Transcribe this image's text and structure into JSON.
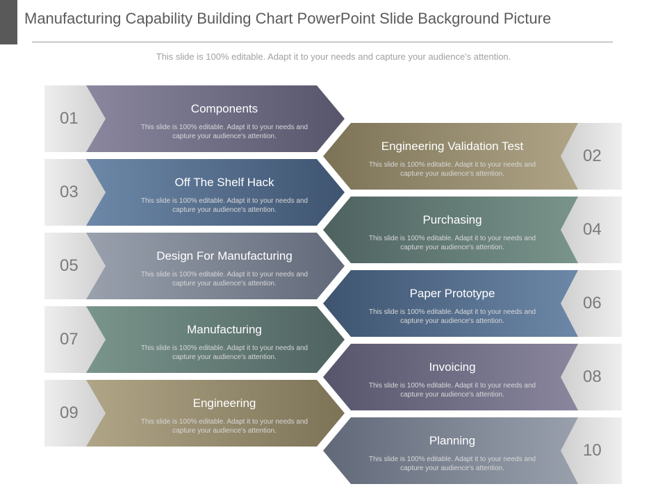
{
  "slide": {
    "title": "Manufacturing Capability Building Chart PowerPoint Slide Background Picture",
    "subtitle": "This slide is 100% editable. Adapt it to your needs and capture your audience's attention."
  },
  "steps": [
    {
      "number": "01",
      "heading": "Components",
      "desc_line1": "This slide is 100% editable. Adapt it to your needs and",
      "desc_line2": "capture your audience's attention."
    },
    {
      "number": "02",
      "heading": "Engineering Validation Test",
      "desc_line1": "This slide is 100% editable. Adapt it to your needs and",
      "desc_line2": "capture your audience's attention."
    },
    {
      "number": "03",
      "heading": "Off The Shelf Hack",
      "desc_line1": "This slide is 100% editable. Adapt it to your needs and",
      "desc_line2": "capture your audience's attention."
    },
    {
      "number": "04",
      "heading": "Purchasing",
      "desc_line1": "This slide is 100% editable. Adapt it to your needs and",
      "desc_line2": "capture your audience's attention."
    },
    {
      "number": "05",
      "heading": "Design For Manufacturing",
      "desc_line1": "This slide is 100% editable. Adapt it to your needs and",
      "desc_line2": "capture your audience's attention."
    },
    {
      "number": "06",
      "heading": "Paper Prototype",
      "desc_line1": "This slide is 100% editable. Adapt it to your needs and",
      "desc_line2": "capture your audience's attention."
    },
    {
      "number": "07",
      "heading": "Manufacturing",
      "desc_line1": "This slide is 100% editable. Adapt it to your needs and",
      "desc_line2": "capture your audience's attention."
    },
    {
      "number": "08",
      "heading": "Invoicing",
      "desc_line1": "This slide is 100% editable. Adapt it to your needs and",
      "desc_line2": "capture your audience's attention."
    },
    {
      "number": "09",
      "heading": "Engineering",
      "desc_line1": "This slide is 100% editable. Adapt it to your needs and",
      "desc_line2": "capture your audience's attention."
    },
    {
      "number": "10",
      "heading": "Planning",
      "desc_line1": "This slide is 100% editable. Adapt it to your needs and",
      "desc_line2": "capture your audience's attention."
    }
  ],
  "colors": {
    "accent_bar": "#595959",
    "purple": "#56556b",
    "blue": "#3e5470",
    "gray": "#616979",
    "green": "#4e6260",
    "khaki": "#7c7256"
  }
}
